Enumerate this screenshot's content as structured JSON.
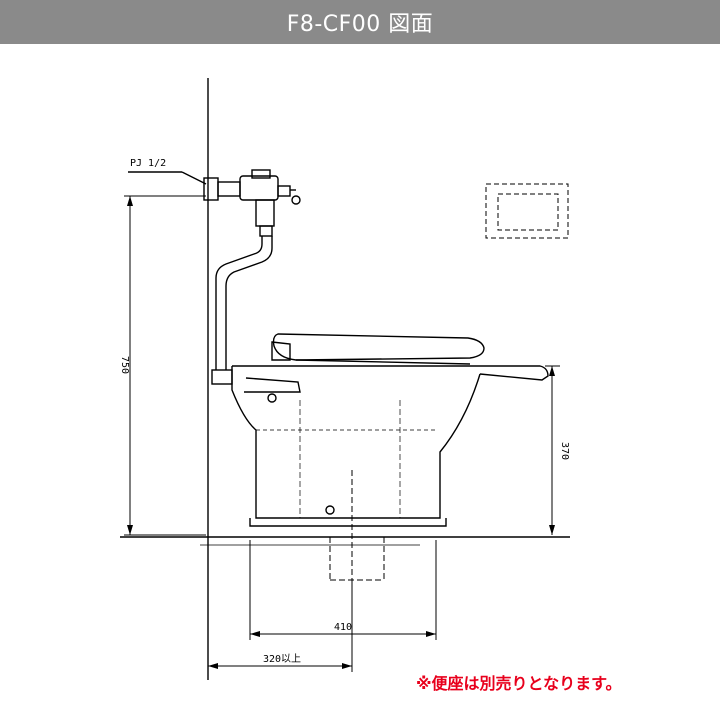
{
  "title": "F8-CF00 図面",
  "labels": {
    "pipe_spec": "PJ 1/2",
    "dim_height_total": "750",
    "dim_height_bowl": "370",
    "dim_depth": "410",
    "dim_wall": "320以上"
  },
  "note": "※便座は別売りとなります。",
  "colors": {
    "title_bg": "#8a8a8a",
    "title_text": "#ffffff",
    "line": "#000000",
    "note": "#e8001c"
  }
}
